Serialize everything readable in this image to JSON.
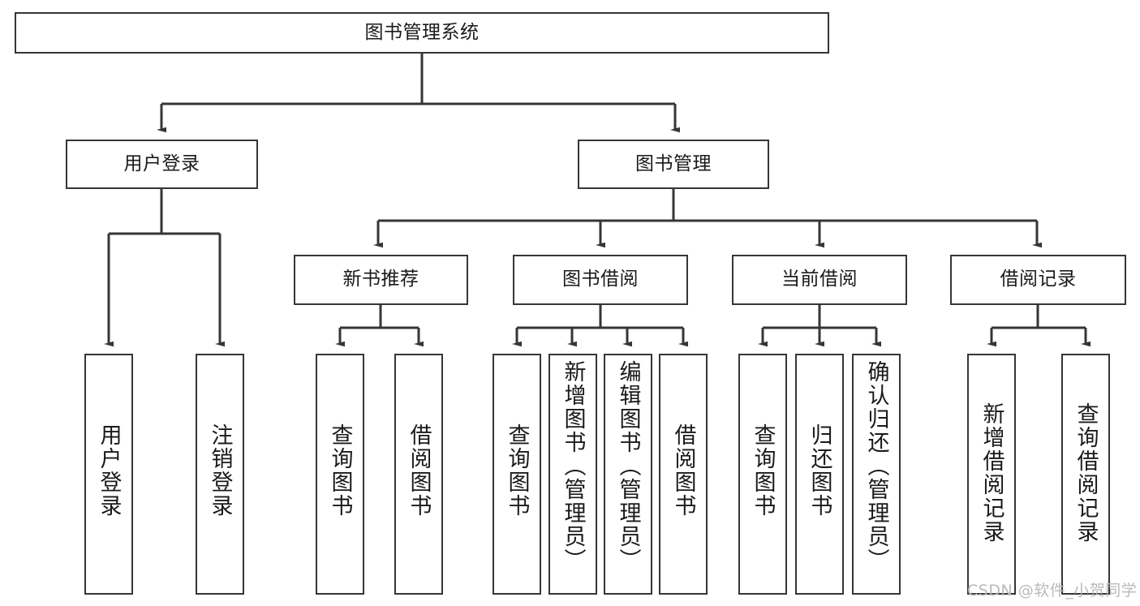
{
  "diagram": {
    "title_node": {
      "label": "图书管理系统"
    },
    "level1": [
      {
        "id": "user-login",
        "label": "用户登录"
      },
      {
        "id": "book-management",
        "label": "图书管理"
      }
    ],
    "level2": [
      {
        "id": "new-book-recommend",
        "label": "新书推荐"
      },
      {
        "id": "book-borrow",
        "label": "图书借阅"
      },
      {
        "id": "current-borrow",
        "label": "当前借阅"
      },
      {
        "id": "borrow-record",
        "label": "借阅记录"
      }
    ],
    "leaves": [
      {
        "id": "leaf-user-login",
        "label": "用户登录"
      },
      {
        "id": "leaf-logout-login",
        "label": "注销登录"
      },
      {
        "id": "leaf-query-book-1",
        "label": "查询图书"
      },
      {
        "id": "leaf-borrow-book-1",
        "label": "借阅图书"
      },
      {
        "id": "leaf-query-book-2",
        "label": "查询图书"
      },
      {
        "id": "leaf-add-book-admin",
        "label": "新增图书（管理员）"
      },
      {
        "id": "leaf-edit-book-admin",
        "label": "编辑图书（管理员）"
      },
      {
        "id": "leaf-borrow-book-2",
        "label": "借阅图书"
      },
      {
        "id": "leaf-query-book-3",
        "label": "查询图书"
      },
      {
        "id": "leaf-return-book",
        "label": "归还图书"
      },
      {
        "id": "leaf-confirm-return-admin",
        "label": "确认归还（管理员）"
      },
      {
        "id": "leaf-add-borrow-record",
        "label": "新增借阅记录"
      },
      {
        "id": "leaf-query-borrow-record",
        "label": "查询借阅记录"
      }
    ],
    "watermark": {
      "text": "CSDN @软件_小贺同学"
    },
    "colors": {
      "stroke": "#363636",
      "fill": "#ffffff",
      "text": "#1a1a1a",
      "watermark": "#b9b9b9"
    }
  }
}
